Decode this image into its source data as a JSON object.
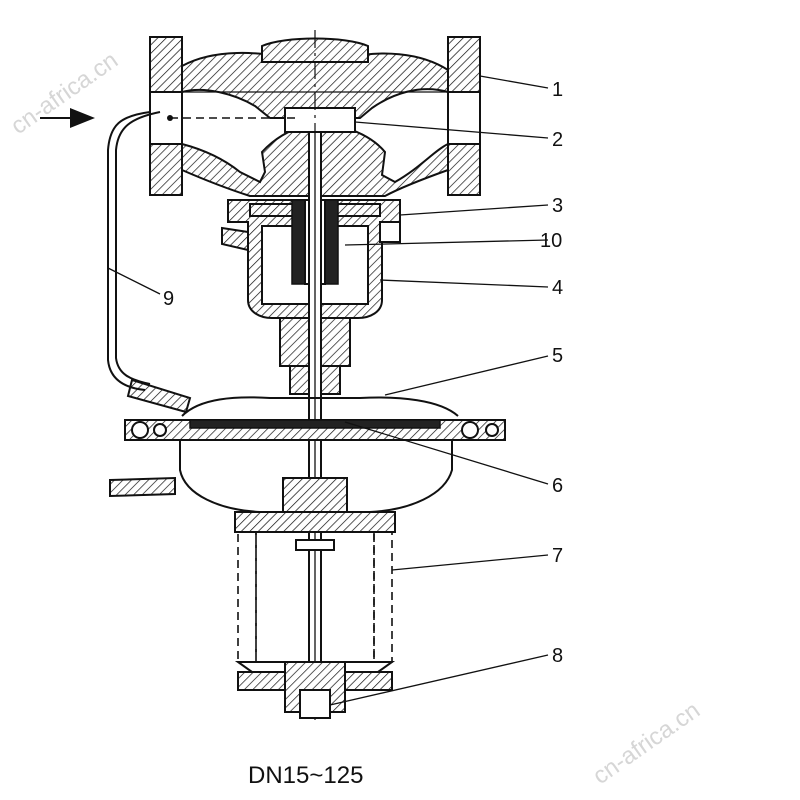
{
  "diagram": {
    "caption": "DN15~125",
    "watermark_top": "cn-africa.cn",
    "watermark_bottom": "cn-africa.cn",
    "callouts": [
      "1",
      "2",
      "3",
      "10",
      "4",
      "9",
      "5",
      "6",
      "7",
      "8"
    ]
  }
}
